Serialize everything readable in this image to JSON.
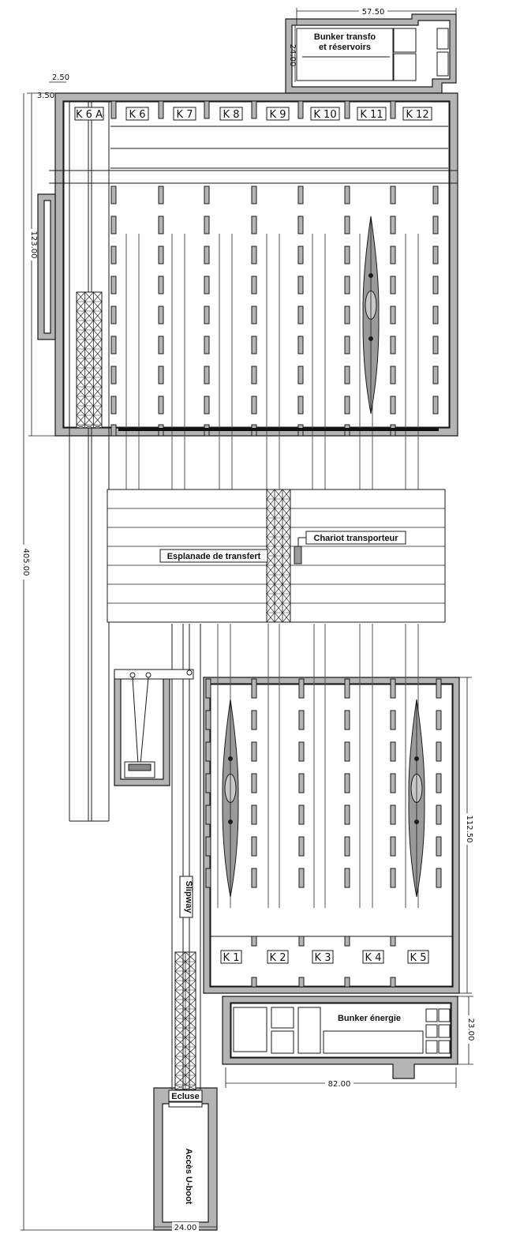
{
  "dimensions": {
    "top_width": "57.50",
    "bunker_top_height": "24.00",
    "left_small_1": "2.50",
    "left_small_2": "3.50",
    "upper_hall_length": "123.00",
    "total_length": "405.00",
    "lower_hall_length": "112.50",
    "bottom_width": "24.00",
    "energy_width": "82.00",
    "energy_height": "23.00"
  },
  "bays_upper": [
    "K 6 A",
    "K 6",
    "K 7",
    "K 8",
    "K 9",
    "K 10",
    "K 11",
    "K 12"
  ],
  "bays_lower": [
    "K 1",
    "K 2",
    "K 3",
    "K 4",
    "K 5"
  ],
  "labels": {
    "bunker_transfo_l1": "Bunker transfo",
    "bunker_transfo_l2": "et réservoirs",
    "chariot": "Chariot transporteur",
    "esplanade": "Esplanade de transfert",
    "slipway": "Slipway",
    "ecluse": "Ecluse",
    "acces": "Accès U-boot",
    "bunker_energie": "Bunker énergie"
  },
  "colors": {
    "wall": "#b4b4b4",
    "outline": "#1a1a1a",
    "rail": "#555555",
    "submarine": "#9a9a9a",
    "background": "#ffffff"
  }
}
